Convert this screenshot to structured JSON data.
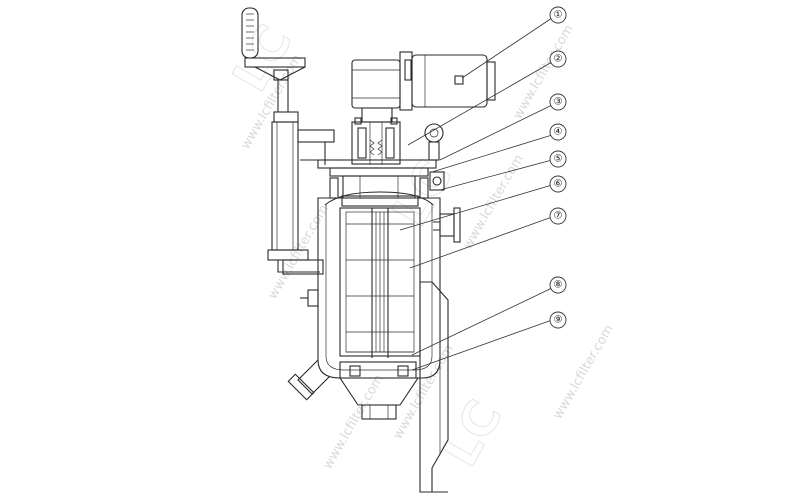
{
  "watermark": {
    "site": "www.lcfilter.com",
    "brand": "LC"
  },
  "callouts": [
    {
      "number": "①"
    },
    {
      "number": "②"
    },
    {
      "number": "③"
    },
    {
      "number": "④"
    },
    {
      "number": "⑤"
    },
    {
      "number": "⑥"
    },
    {
      "number": "⑦"
    },
    {
      "number": "⑧"
    },
    {
      "number": "⑨"
    }
  ]
}
